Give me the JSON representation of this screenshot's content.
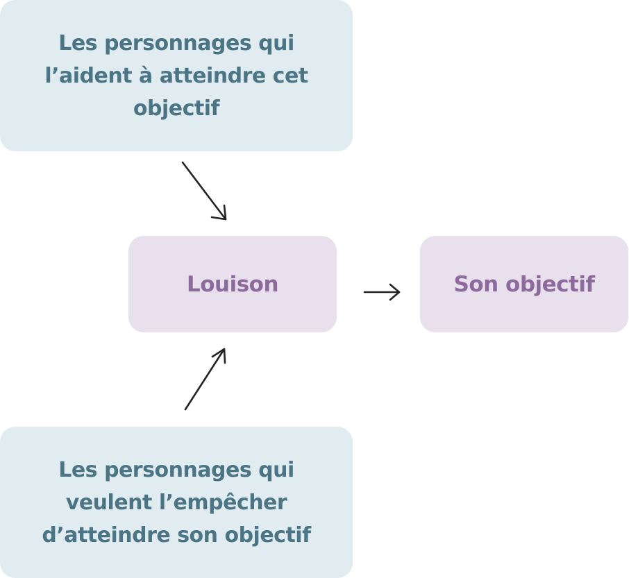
{
  "nodes": {
    "helpers": "Les personnages qui\nl’aident à atteindre cet\nobjectif",
    "hero": "Louison",
    "goal": "Son objectif",
    "opponents": "Les personnages qui\nveulent l’empêcher\nd’atteindre son objectif"
  },
  "colors": {
    "blue_box": "#e1ecf1",
    "blue_text": "#4b7585",
    "purple_box": "#e8e0ed",
    "purple_text": "#8d6a9c",
    "arrow": "#222222"
  }
}
